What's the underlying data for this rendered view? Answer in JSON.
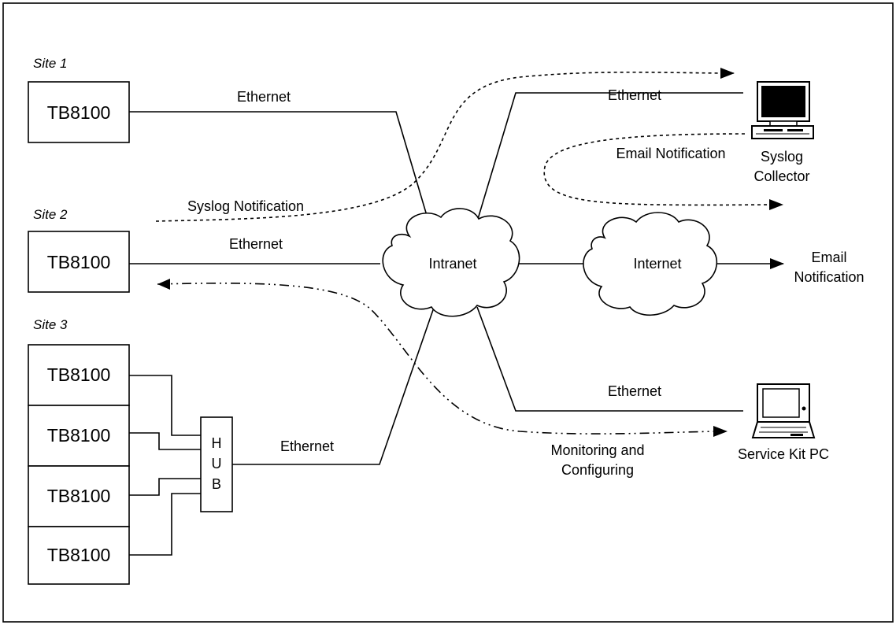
{
  "sites": [
    {
      "label": "Site 1",
      "units": [
        "TB8100"
      ]
    },
    {
      "label": "Site 2",
      "units": [
        "TB8100"
      ]
    },
    {
      "label": "Site 3",
      "units": [
        "TB8100",
        "TB8100",
        "TB8100",
        "TB8100"
      ]
    }
  ],
  "hub": {
    "letters": [
      "H",
      "U",
      "B"
    ]
  },
  "clouds": {
    "intranet": "Intranet",
    "internet": "Internet"
  },
  "links": {
    "site1": "Ethernet",
    "site2": "Ethernet",
    "site3": "Ethernet",
    "syslog": "Ethernet",
    "service": "Ethernet"
  },
  "flows": {
    "syslog_notification": "Syslog Notification",
    "email_notification": "Email Notification",
    "email_out": [
      "Email",
      "Notification"
    ],
    "monitoring": [
      "Monitoring and",
      "Configuring"
    ]
  },
  "devices": {
    "syslog_collector": [
      "Syslog",
      "Collector"
    ],
    "service_kit": "Service Kit PC"
  }
}
